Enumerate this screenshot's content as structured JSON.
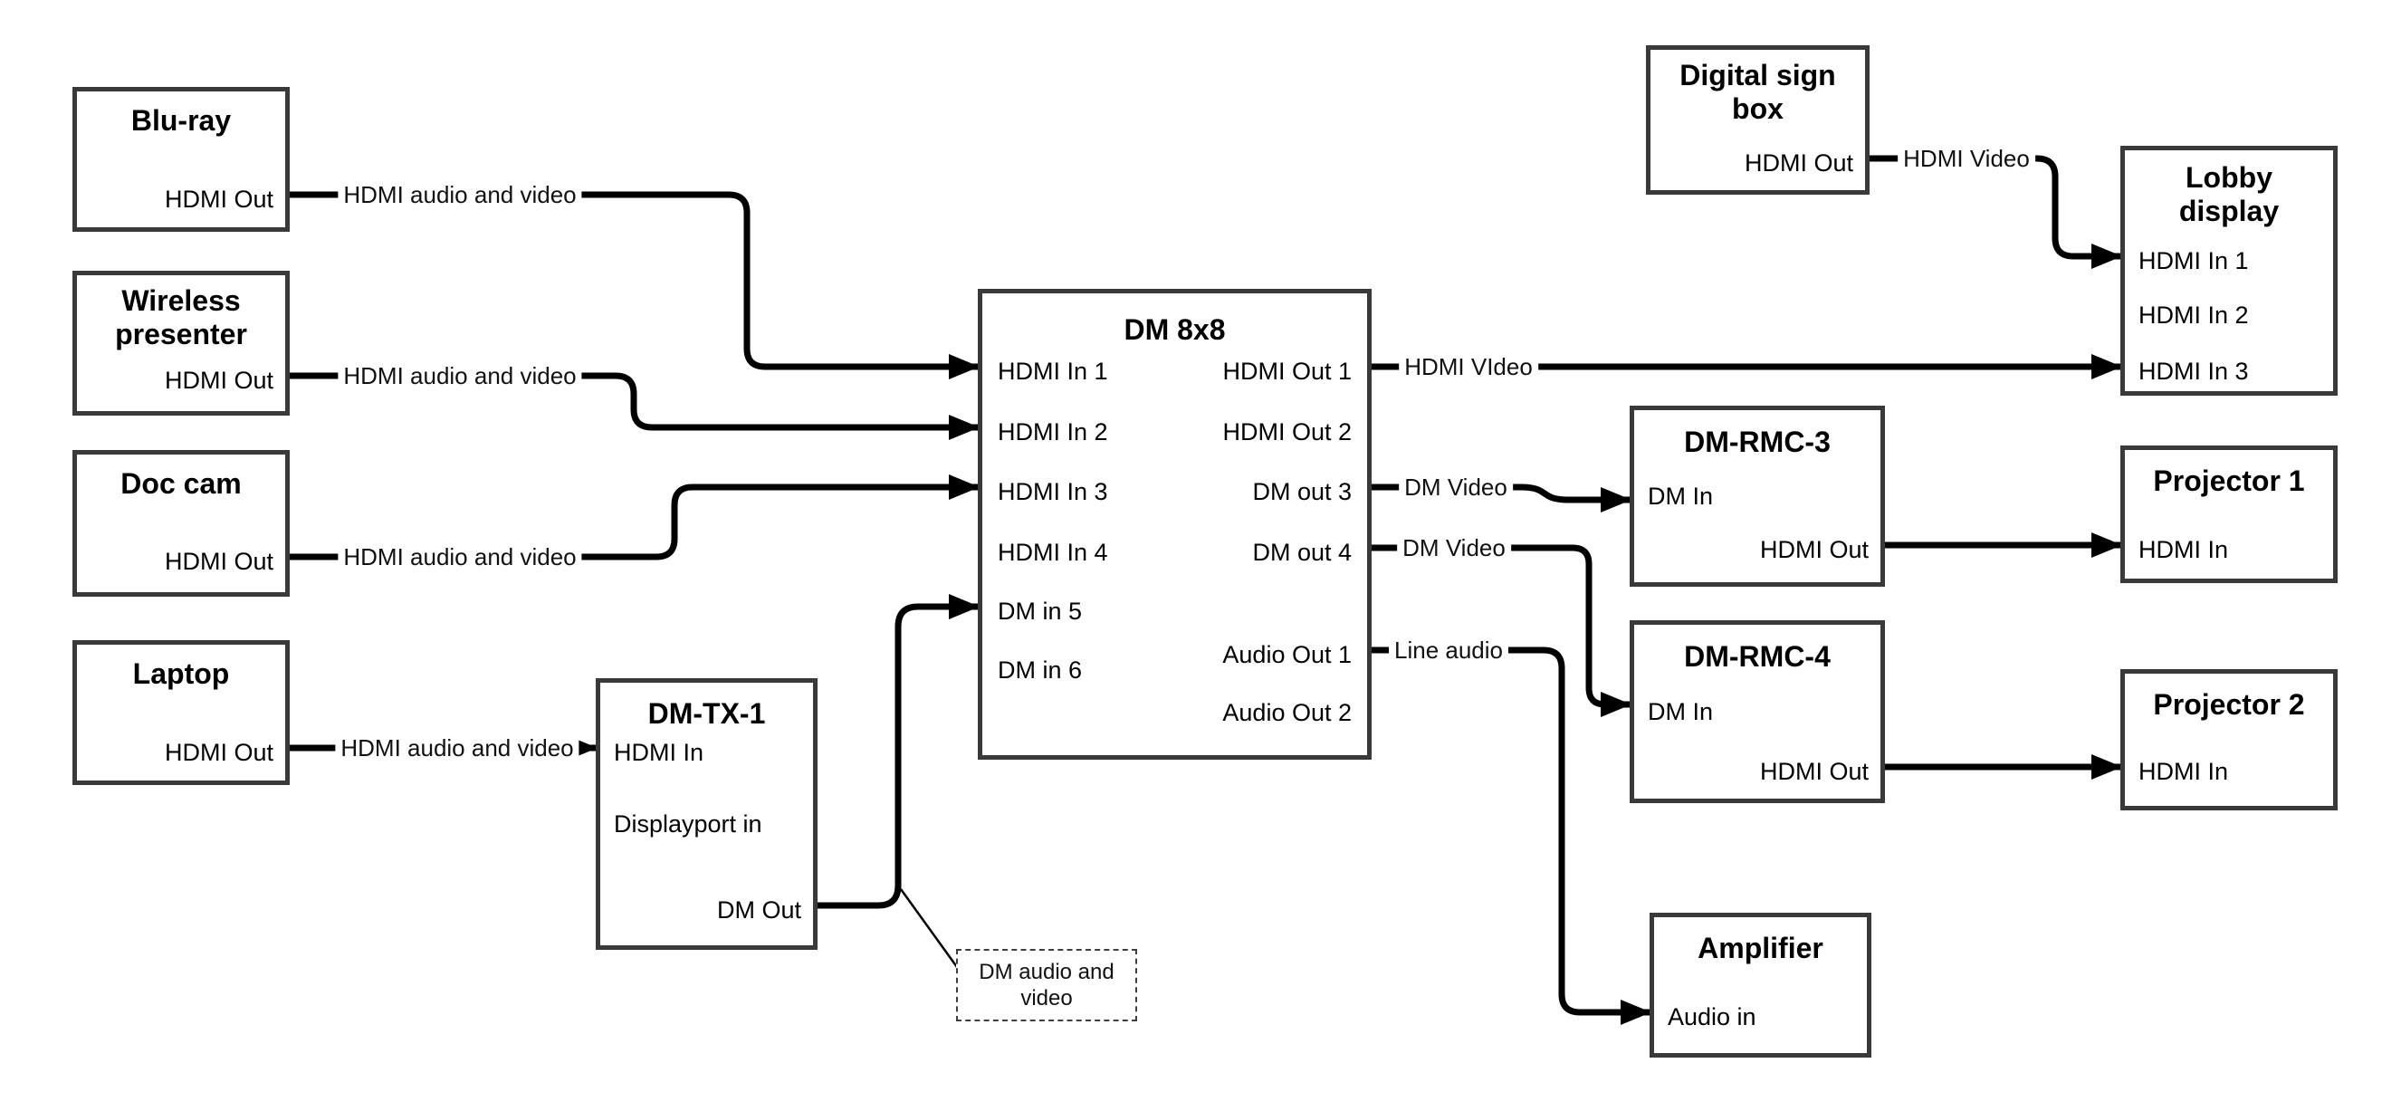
{
  "colors": {
    "wire": "#000000",
    "box_border": "#3a3a3a",
    "background": "#ffffff",
    "text": "#000000"
  },
  "nodes": {
    "bluray": {
      "title": "Blu-ray",
      "port_out": "HDMI Out"
    },
    "wireless": {
      "title": "Wireless presenter",
      "port_out": "HDMI Out"
    },
    "doccam": {
      "title": "Doc cam",
      "port_out": "HDMI Out"
    },
    "laptop": {
      "title": "Laptop",
      "port_out": "HDMI Out"
    },
    "dmtx1": {
      "title": "DM-TX-1",
      "port_hdmi_in": "HDMI In",
      "port_dp_in": "Displayport in",
      "port_dm_out": "DM Out"
    },
    "dm8x8": {
      "title": "DM 8x8",
      "inputs": [
        "HDMI In 1",
        "HDMI In 2",
        "HDMI In 3",
        "HDMI In 4",
        "DM in 5",
        "DM in 6"
      ],
      "outputs": [
        "HDMI Out 1",
        "HDMI Out 2",
        "DM out 3",
        "DM out 4",
        "Audio Out 1",
        "Audio Out 2"
      ]
    },
    "signbox": {
      "title": "Digital sign box",
      "port_out": "HDMI Out"
    },
    "lobby": {
      "title": "Lobby display",
      "ports": [
        "HDMI In 1",
        "HDMI In 2",
        "HDMI In 3"
      ]
    },
    "dmrmc3": {
      "title": "DM-RMC-3",
      "port_dm_in": "DM In",
      "port_hdmi_out": "HDMI Out"
    },
    "proj1": {
      "title": "Projector 1",
      "port_in": "HDMI In"
    },
    "dmrmc4": {
      "title": "DM-RMC-4",
      "port_dm_in": "DM In",
      "port_hdmi_out": "HDMI Out"
    },
    "proj2": {
      "title": "Projector 2",
      "port_in": "HDMI In"
    },
    "amp": {
      "title": "Amplifier",
      "port_in": "Audio in"
    }
  },
  "wire_labels": {
    "bluray_link": "HDMI audio and video",
    "wireless_link": "HDMI audio and video",
    "doccam_link": "HDMI audio and video",
    "laptop_link": "HDMI audio and video",
    "hdmi_out1_link": "HDMI VIdeo",
    "dm_out3_link": "DM Video",
    "dm_out4_link": "DM Video",
    "audio_out1_link": "Line audio",
    "signbox_link": "HDMI Video"
  },
  "note": {
    "line1": "DM audio and",
    "line2": "video"
  }
}
